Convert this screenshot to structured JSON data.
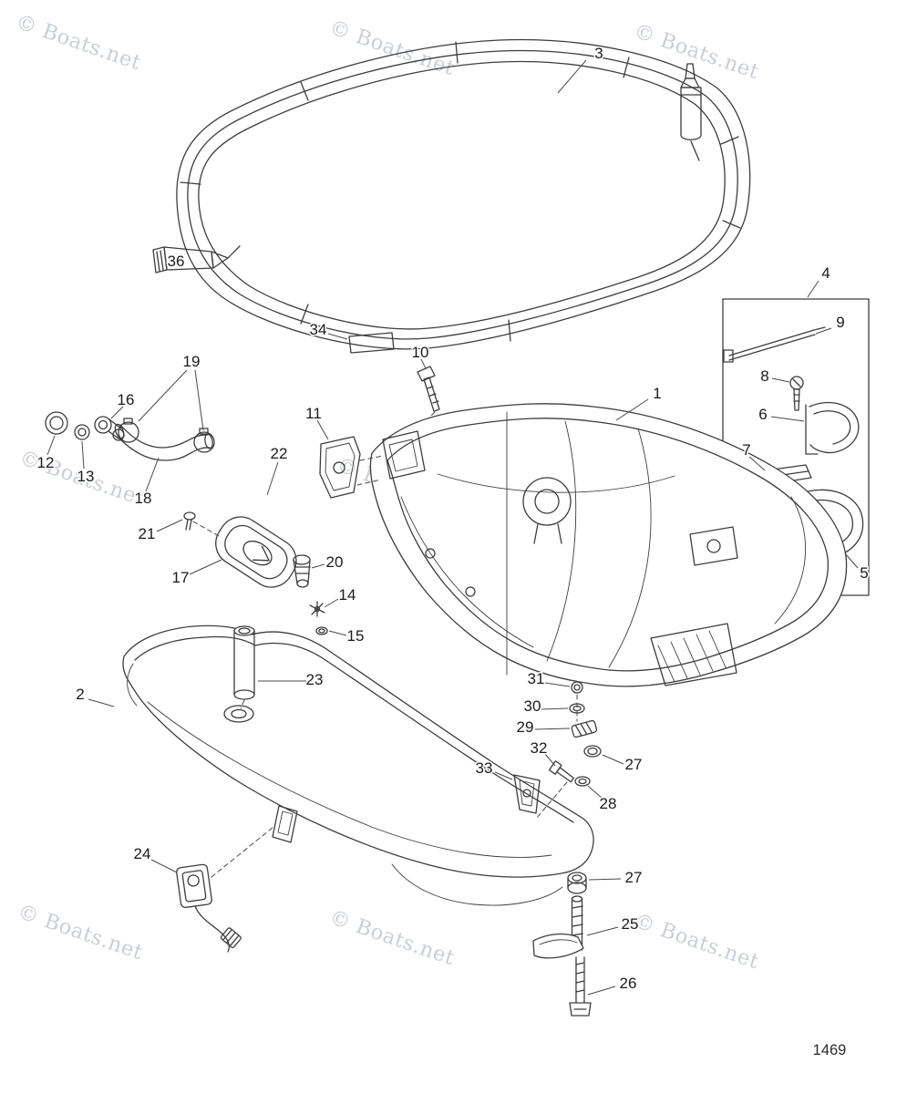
{
  "watermark": {
    "text": "© Boats.net"
  },
  "page_code": "1469",
  "colors": {
    "watermark": "#c9cfd6",
    "line_art": "#3d3d3d",
    "background": "#ffffff"
  },
  "diagram_subject": "Outboard bottom cowl exploded parts diagram",
  "parts": {
    "p1": "1",
    "p2": "2",
    "p3": "3",
    "p4": "4",
    "p5": "5",
    "p6": "6",
    "p7": "7",
    "p8": "8",
    "p9": "9",
    "p10": "10",
    "p11": "11",
    "p12": "12",
    "p13": "13",
    "p14": "14",
    "p15": "15",
    "p16": "16",
    "p17": "17",
    "p18": "18",
    "p19": "19",
    "p20": "20",
    "p21": "21",
    "p22": "22",
    "p23": "23",
    "p24": "24",
    "p25": "25",
    "p26": "26",
    "p27a": "27",
    "p27b": "27",
    "p28": "28",
    "p29": "29",
    "p30": "30",
    "p31": "31",
    "p32": "32",
    "p33": "33",
    "p34": "34",
    "p36": "36"
  }
}
